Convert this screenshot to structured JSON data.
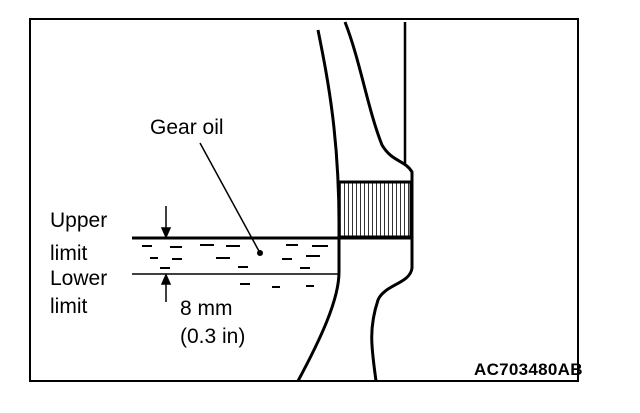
{
  "diagram": {
    "gear_oil_label": "Gear oil",
    "upper_limit_line1": "Upper",
    "upper_limit_line2": "limit",
    "lower_limit_line1": "Lower",
    "lower_limit_line2": "limit",
    "dimension_value": "8 mm",
    "dimension_imperial": "(0.3 in)",
    "figure_code": "AC703480AB",
    "ink_color": "#000000",
    "background_color": "#ffffff"
  }
}
